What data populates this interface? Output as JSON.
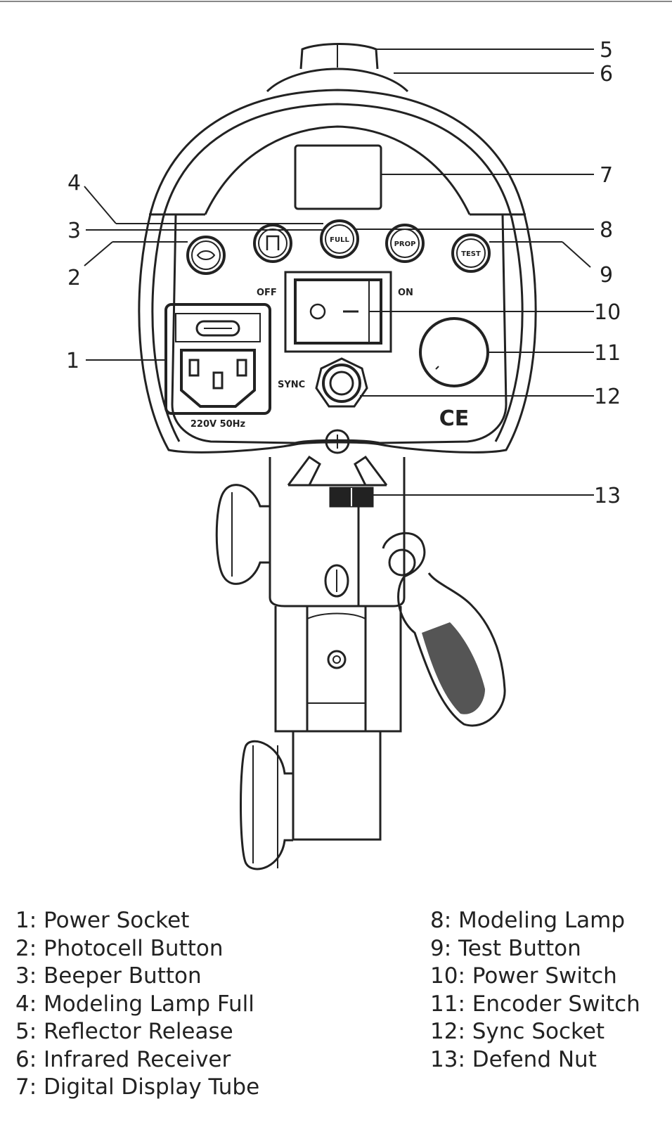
{
  "device": {
    "switch_off_label": "OFF",
    "switch_on_label": "ON",
    "sync_label": "SYNC",
    "voltage_label": "220V 50Hz",
    "ce_mark": "CE",
    "buttons": {
      "full_label": "FULL",
      "prop_label": "PROP",
      "test_label": "TEST"
    }
  },
  "callouts": [
    "1",
    "2",
    "3",
    "4",
    "5",
    "6",
    "7",
    "8",
    "9",
    "10",
    "11",
    "12",
    "13"
  ],
  "legend": {
    "left": [
      "1: Power Socket",
      "2: Photocell Button",
      "3: Beeper Button",
      "4: Modeling Lamp Full",
      "5: Reflector Release",
      "6: Infrared Receiver",
      "7: Digital Display Tube"
    ],
    "right": [
      "8: Modeling Lamp",
      "9: Test Button",
      "10: Power Switch",
      "11: Encoder Switch",
      "12: Sync Socket",
      "13: Defend Nut"
    ]
  },
  "colors": {
    "ink": "#222222",
    "shade": "#555555",
    "background": "#ffffff"
  }
}
